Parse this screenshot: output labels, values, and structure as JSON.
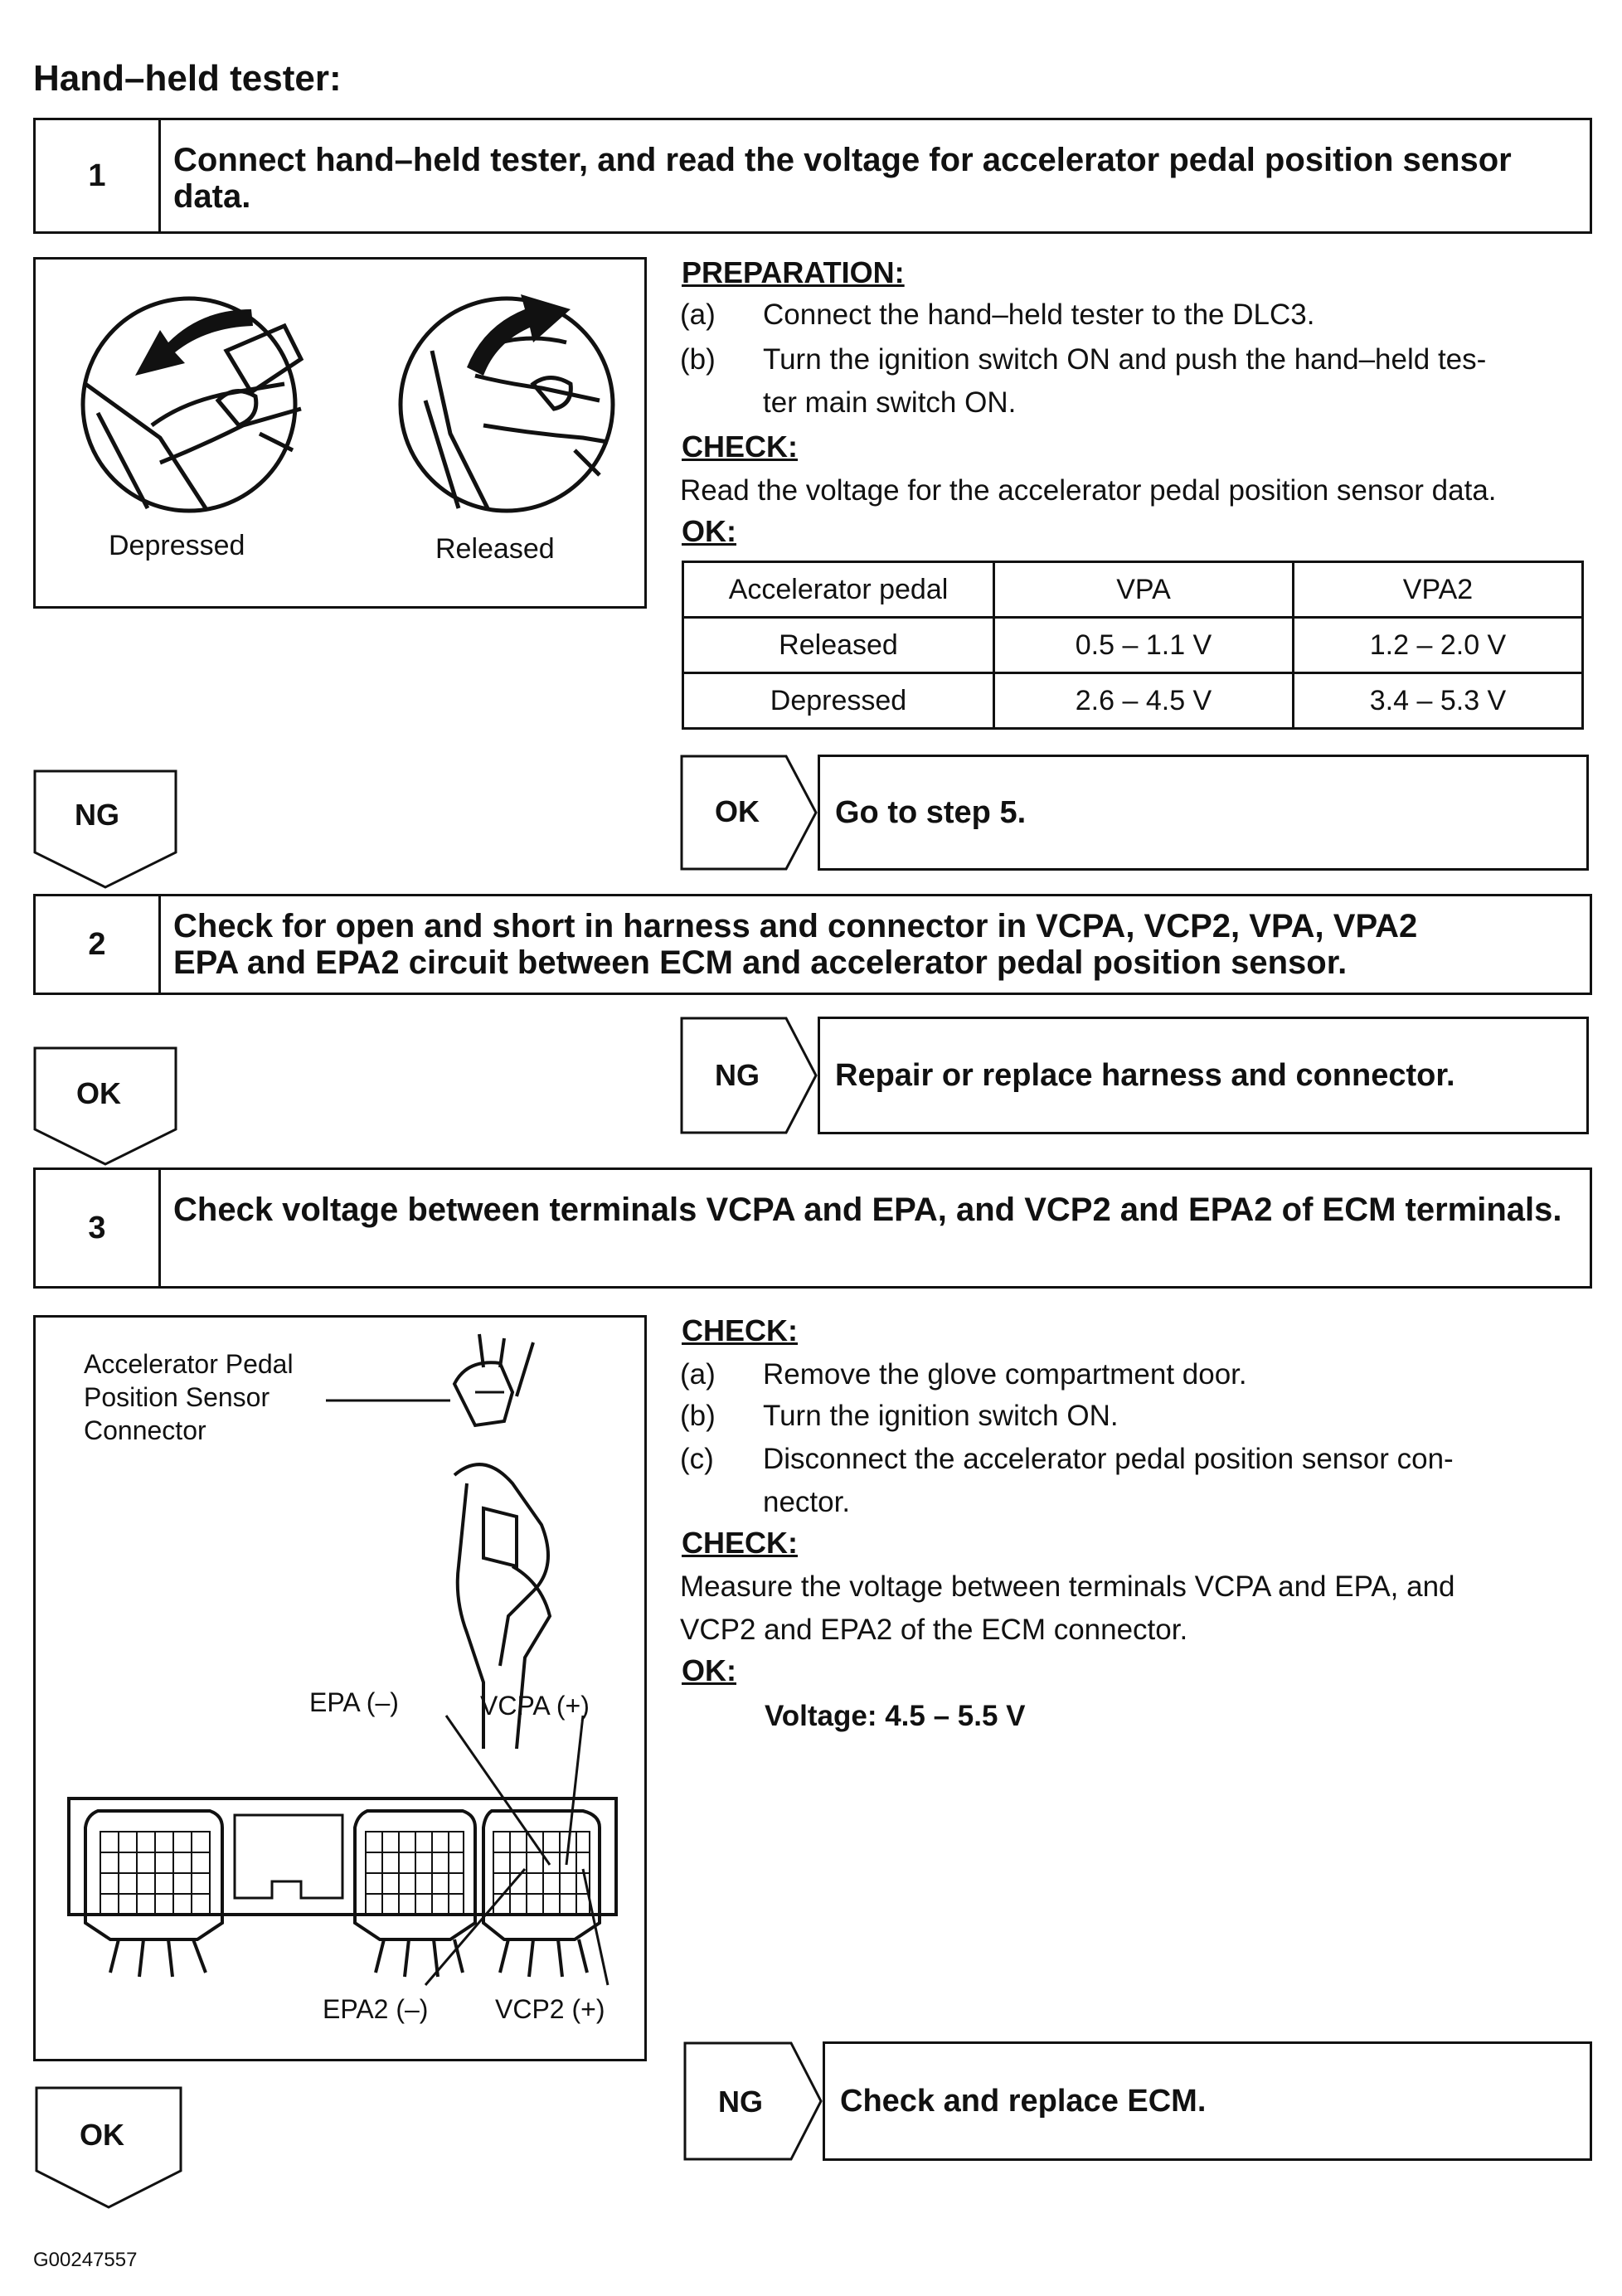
{
  "title": "Hand–held tester:",
  "step1": {
    "number": "1",
    "text": "Connect hand–held tester, and read the voltage for accelerator pedal position sensor data."
  },
  "fig1": {
    "label_left": "Depressed",
    "label_right": "Released"
  },
  "step1_body": {
    "prep_header": "PREPARATION:",
    "prep_a_label": "(a)",
    "prep_a": "Connect the hand–held tester to the DLC3.",
    "prep_b_label": "(b)",
    "prep_b_line1": "Turn the ignition switch ON and push the hand–held tes-",
    "prep_b_line2": "ter main switch ON.",
    "check_header": "CHECK:",
    "check_text": "Read the voltage for the accelerator pedal position sensor data.",
    "ok_header": "OK:"
  },
  "table": {
    "headers": [
      "Accelerator pedal",
      "VPA",
      "VPA2"
    ],
    "rows": [
      [
        "Released",
        "0.5 – 1.1 V",
        "1.2 – 2.0 V"
      ],
      [
        "Depressed",
        "2.6 – 4.5 V",
        "3.4 – 5.3 V"
      ]
    ]
  },
  "flow1": {
    "down_label": "NG",
    "side_label": "OK",
    "result": "Go to step 5."
  },
  "step2": {
    "number": "2",
    "line1": "Check for open and short in harness and connector in VCPA, VCP2, VPA, VPA2",
    "line2": "EPA and EPA2 circuit between ECM and accelerator pedal position sensor."
  },
  "flow2": {
    "down_label": "OK",
    "side_label": "NG",
    "result": "Repair or replace harness and connector."
  },
  "step3": {
    "number": "3",
    "text": "Check voltage between terminals VCPA and EPA, and VCP2 and EPA2 of ECM terminals."
  },
  "fig3": {
    "connector_line1": "Accelerator Pedal",
    "connector_line2": "Position Sensor",
    "connector_line3": "Connector",
    "epa": "EPA (–)",
    "vcpa": "VCPA (+)",
    "epa2": "EPA2 (–)",
    "vcp2": "VCP2 (+)"
  },
  "step3_body": {
    "check_header": "CHECK:",
    "a_label": "(a)",
    "a": "Remove the glove compartment door.",
    "b_label": "(b)",
    "b": "Turn the ignition switch ON.",
    "c_label": "(c)",
    "c_line1": "Disconnect the accelerator pedal position sensor con-",
    "c_line2": "nector.",
    "check2_header": "CHECK:",
    "measure_line1": "Measure the voltage between terminals VCPA and EPA, and",
    "measure_line2": "VCP2 and EPA2 of the ECM connector.",
    "ok_header": "OK:",
    "voltage": "Voltage: 4.5 – 5.5 V"
  },
  "flow3": {
    "down_label": "OK",
    "side_label": "NG",
    "result": "Check and replace ECM."
  },
  "doc_code": "G00247557"
}
